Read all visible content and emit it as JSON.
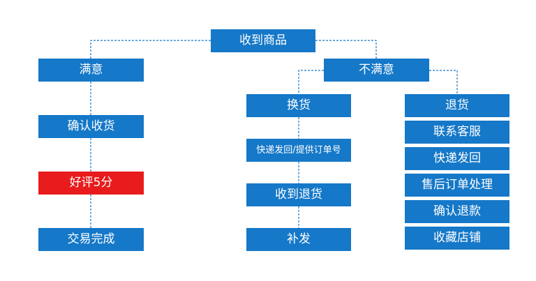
{
  "nodes": {
    "root": "收到商品",
    "satisfied": "满意",
    "unsatisfied": "不满意",
    "confirm_receipt": "确认收货",
    "good_review": "好评5分",
    "deal_complete": "交易完成",
    "exchange": "换货",
    "ship_back_tracking": "快递发回/提供订单号",
    "receive_return": "收到退货",
    "reissue": "补发",
    "return": "退货",
    "contact_service": "联系客服",
    "express_back": "快递发回",
    "after_sales_order": "售后订单处理",
    "confirm_refund": "确认退款",
    "save_store": "收藏店铺"
  },
  "colors": {
    "node_fill": "#1578c8",
    "highlight_fill": "#e81c1c",
    "connector": "#1578c8",
    "text": "#ffffff"
  }
}
